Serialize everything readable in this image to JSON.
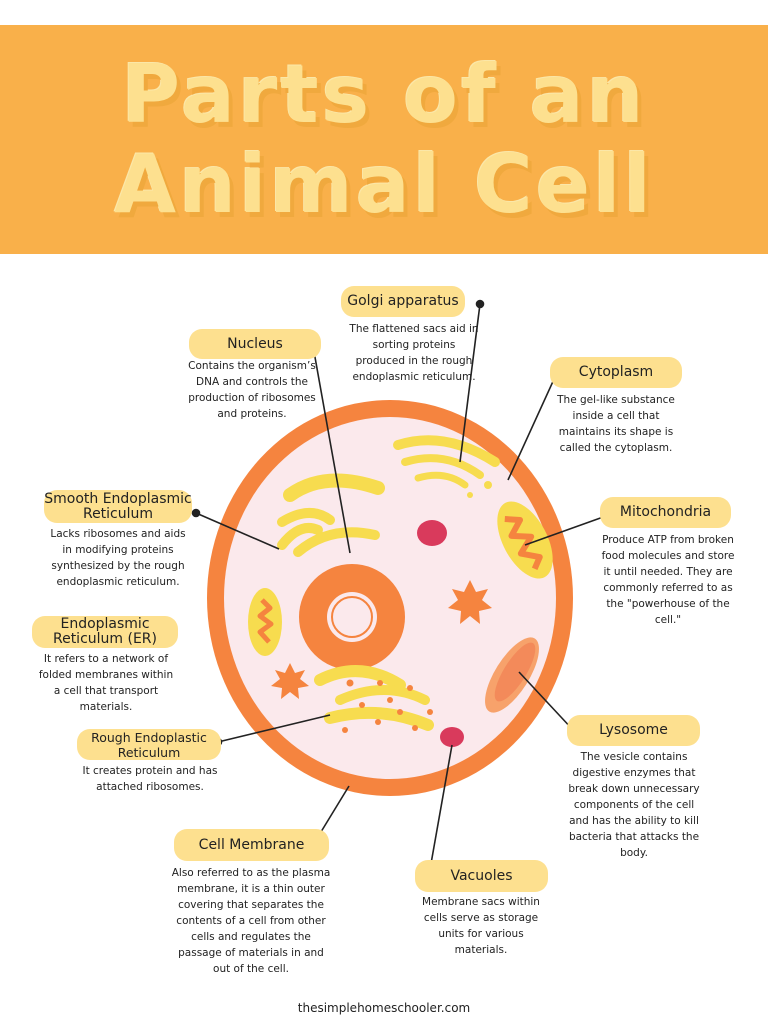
{
  "title": {
    "line1": "Parts of an",
    "line2": "Animal Cell"
  },
  "labels": {
    "golgi": {
      "name": "Golgi apparatus",
      "desc": "The flattened sacs aid in sorting proteins produced in the rough endoplasmic reticulum."
    },
    "nucleus": {
      "name": "Nucleus",
      "desc": "Contains the organism’s DNA and controls the production of ribosomes and proteins."
    },
    "cytoplasm": {
      "name": "Cytoplasm",
      "desc": "The gel-like substance inside a cell that maintains its shape is called the cytoplasm."
    },
    "smooth_er": {
      "name": "Smooth Endoplasmic Reticulum",
      "desc": "Lacks ribosomes and aids in modifying proteins synthesized by the rough endoplasmic reticulum."
    },
    "mitochondria": {
      "name": "Mitochondria",
      "desc": "Produce ATP from broken food molecules and store it until needed. They are commonly referred to as the \"powerhouse of the cell.\""
    },
    "er": {
      "name": "Endoplasmic Reticulum (ER)",
      "desc": "It refers to a network of folded membranes within a cell that transport materials."
    },
    "rough_er": {
      "name": "Rough Endoplastic Reticulum",
      "desc": "It creates protein and has attached ribosomes."
    },
    "lysosome": {
      "name": "Lysosome",
      "desc": "The vesicle contains digestive enzymes that break down unnecessary components of the cell and has the ability to kill bacteria that attacks the body."
    },
    "cell_membrane": {
      "name": "Cell Membrane",
      "desc": "Also referred to as the plasma membrane, it is a thin outer covering that separates the contents of a cell from other cells and regulates the passage of materials in and out of the cell."
    },
    "vacuoles": {
      "name": "Vacuoles",
      "desc": "Membrane  sacs within cells serve as storage units for various materials."
    }
  },
  "footer": "thesimplehomeschooler.com",
  "colors": {
    "banner": "#f9b04a",
    "title_text": "#fde08f",
    "tag_fill": "#fde08f",
    "membrane": "#f5843f",
    "cytoplasm": "#fbe9ec",
    "organelle_yellow": "#f7dc4f",
    "vacuole": "#d93a5c"
  }
}
